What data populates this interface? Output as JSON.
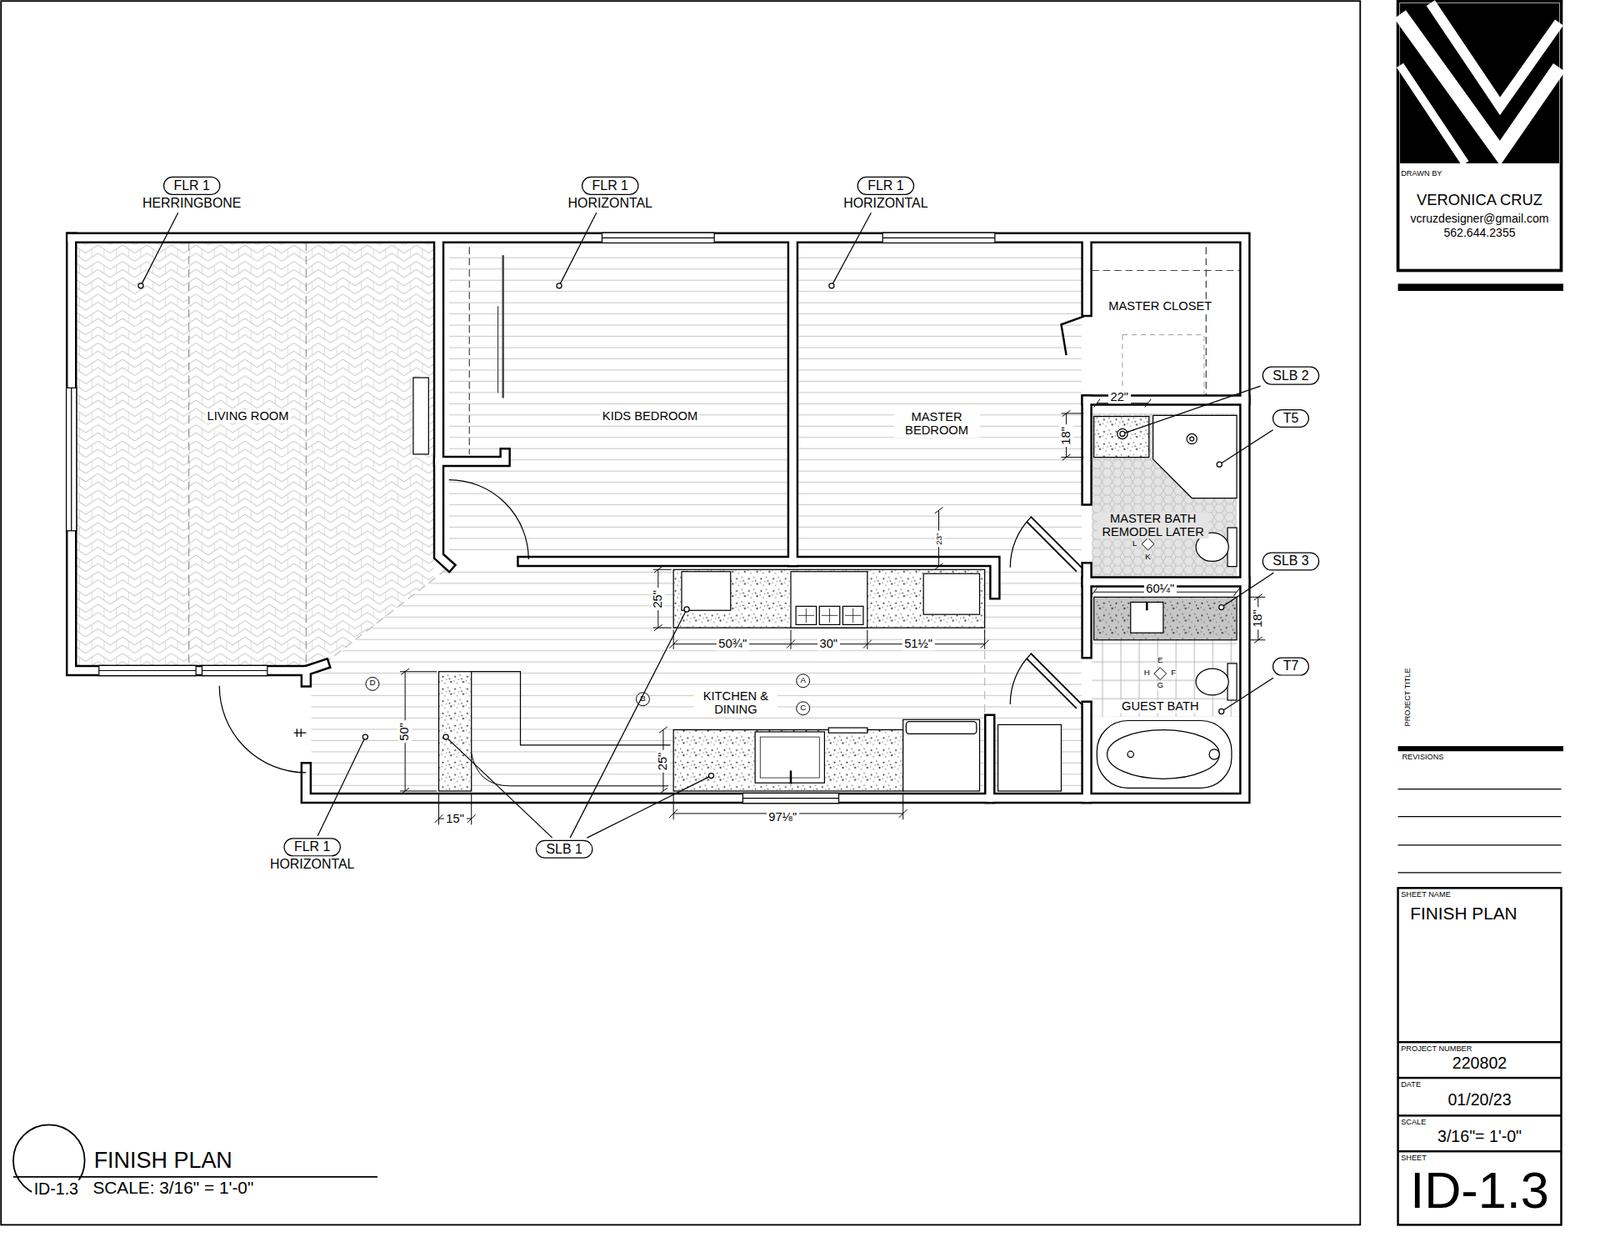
{
  "diagram": {
    "title": "FINISH PLAN",
    "caption": "SCALE: 3/16\" = 1'-0\"",
    "nodes": [
      {
        "text": [
          "FLR 1",
          "HERRINGBONE"
        ]
      },
      {
        "text": [
          "FLR 1",
          "HORIZONTAL"
        ]
      },
      {
        "text": [
          "FLR 1",
          "HORIZONTAL"
        ]
      },
      {
        "text": [
          "SLB 2"
        ]
      },
      {
        "text": [
          "T5"
        ]
      },
      {
        "text": [
          "SLB 3"
        ]
      },
      {
        "text": [
          "T7"
        ]
      },
      {
        "text": [
          "FLR 1",
          "HORIZONTAL"
        ]
      },
      {
        "text": [
          "SLB 1"
        ]
      },
      {
        "text": [
          "DRAWN BY",
          "VERONICA CRUZ",
          "vcruzdesigner@gmail.com",
          "562.644.2355"
        ]
      },
      {
        "text": [
          "SHEET NAME",
          "FINISH PLAN"
        ]
      },
      {
        "text": [
          "PROJECT NUMBER",
          "220802"
        ]
      },
      {
        "text": [
          "DATE",
          "01/20/23"
        ]
      },
      {
        "text": [
          "SCALE",
          "3/16\"= 1'-0\""
        ]
      },
      {
        "text": [
          "SHEET",
          "ID-1.3"
        ]
      }
    ],
    "labels": [
      "LIVING ROOM",
      "KIDS BEDROOM",
      "MASTER BEDROOM",
      "MASTER CLOSET",
      "MASTER BATH REMODEL LATER",
      "KITCHEN & DINING",
      "GUEST BATH",
      "22\"",
      "18\"",
      "60¼\"",
      "18\"",
      "25\"",
      "50¾\"",
      "30\"",
      "51½\"",
      "23\"",
      "50\"",
      "15\"",
      "25\"",
      "97⅛\"",
      "D",
      "B",
      "A",
      "C",
      "E",
      "F",
      "G",
      "H",
      "K",
      "L",
      "ID-1.3",
      "PROJECT TITLE",
      "REVISIONS"
    ]
  }
}
